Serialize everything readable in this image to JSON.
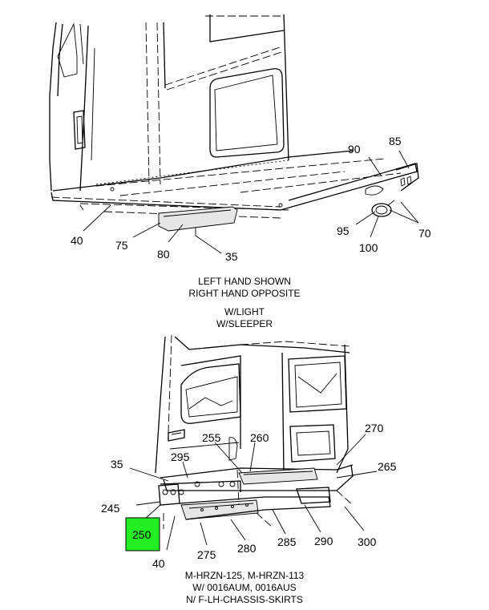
{
  "upper_view": {
    "callouts": {
      "c90": "90",
      "c85": "85",
      "c95": "95",
      "c70": "70",
      "c100": "100",
      "c40": "40",
      "c75": "75",
      "c80": "80",
      "c35": "35"
    },
    "caption_line1": "LEFT HAND SHOWN",
    "caption_line2": "RIGHT HAND OPPOSITE",
    "caption_line3": "W/LIGHT",
    "caption_line4": "W/SLEEPER"
  },
  "lower_view": {
    "callouts": {
      "c255": "255",
      "c260": "260",
      "c270": "270",
      "c35": "35",
      "c295": "295",
      "c265": "265",
      "c245": "245",
      "c250": "250",
      "c40": "40",
      "c275": "275",
      "c280": "280",
      "c285": "285",
      "c290": "290",
      "c300": "300"
    },
    "caption_line1": "M-HRZN-125, M-HRZN-113",
    "caption_line2": "W/ 0016AUM, 0016AUS",
    "caption_line3": "N/ F-LH-CHASSIS-SKIRTS"
  },
  "highlight_color": "#22ee22"
}
